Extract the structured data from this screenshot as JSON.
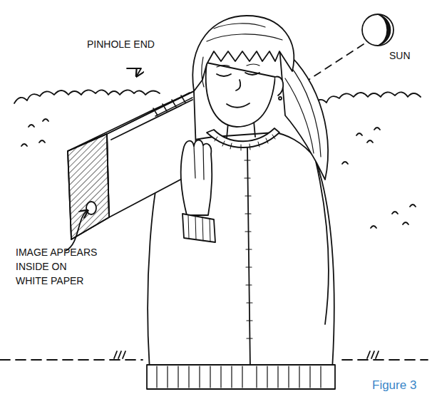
{
  "diagram": {
    "caption": "Figure 3",
    "labels": [
      "PINHOLE END",
      "SUN",
      "IMAGE APPEARS INSIDE ON WHITE PAPER"
    ]
  }
}
